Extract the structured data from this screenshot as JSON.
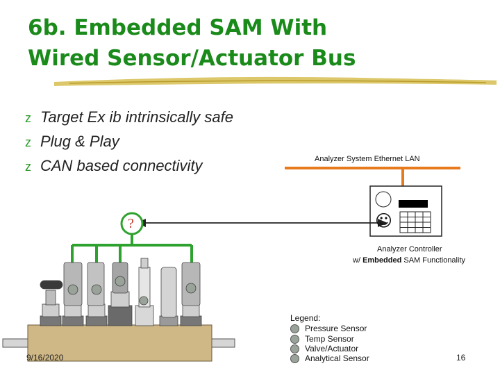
{
  "slide": {
    "title_line1": "6b. Embedded SAM With",
    "title_line2": "Wired Sensor/Actuator Bus",
    "bullets": [
      "Target Ex ib intrinsically safe",
      "Plug & Play",
      "CAN based connectivity"
    ],
    "bullet_glyph": "z"
  },
  "diagram": {
    "lan_label": "Analyzer System  Ethernet LAN",
    "controller_label_1": "Analyzer Controller",
    "controller_label_prefix": "w/ ",
    "controller_label_bold": "Embedded",
    "controller_label_suffix": " SAM Functionality",
    "question_mark": "?",
    "smiley": "☺"
  },
  "legend": {
    "title": "Legend:",
    "items": [
      "Pressure Sensor",
      "Temp Sensor",
      "Valve/Actuator",
      "Analytical Sensor"
    ]
  },
  "footer": {
    "date": "9/16/2020",
    "page": "16"
  },
  "colors": {
    "title": "#1a8a1a",
    "bus": "#2ea22e",
    "lan": "#e87a1e",
    "arrow_mark": "#c0392b"
  }
}
